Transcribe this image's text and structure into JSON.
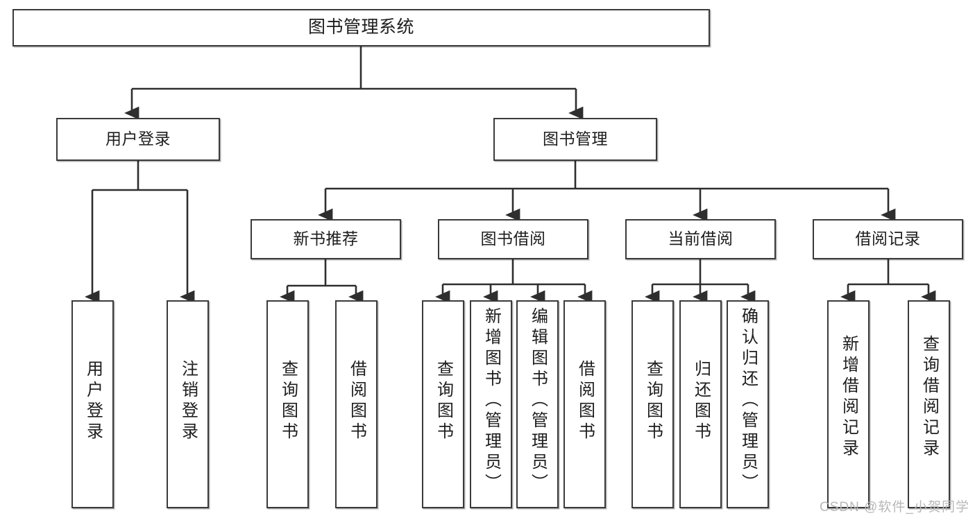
{
  "diagram": {
    "title": "图书管理系统",
    "type": "tree-hierarchy",
    "stroke_color": "#3a3a3a",
    "background_color": "#ffffff",
    "text_color": "#1d1d1d"
  },
  "watermark": {
    "text": "CSDN @软件_小贺同学",
    "color": "#b8b8b8"
  },
  "nodes": {
    "root": {
      "label": "图书管理系统"
    },
    "level2": [
      {
        "label": "用户登录"
      },
      {
        "label": "图书管理"
      }
    ],
    "level3": [
      {
        "label": "新书推荐"
      },
      {
        "label": "图书借阅"
      },
      {
        "label": "当前借阅"
      },
      {
        "label": "借阅记录"
      }
    ],
    "leaves": {
      "user_login": [
        {
          "label": "用户登录"
        },
        {
          "label": "注销登录"
        }
      ],
      "new_book_recommend": [
        {
          "label": "查询图书"
        },
        {
          "label": "借阅图书"
        }
      ],
      "book_borrow": [
        {
          "label": "查询图书"
        },
        {
          "label": "新增图书（管理员）"
        },
        {
          "label": "编辑图书（管理员）"
        },
        {
          "label": "借阅图书"
        }
      ],
      "current_borrow": [
        {
          "label": "查询图书"
        },
        {
          "label": "归还图书"
        },
        {
          "label": "确认归还（管理员）"
        }
      ],
      "borrow_record": [
        {
          "label": "新增借阅记录"
        },
        {
          "label": "查询借阅记录"
        }
      ]
    }
  }
}
